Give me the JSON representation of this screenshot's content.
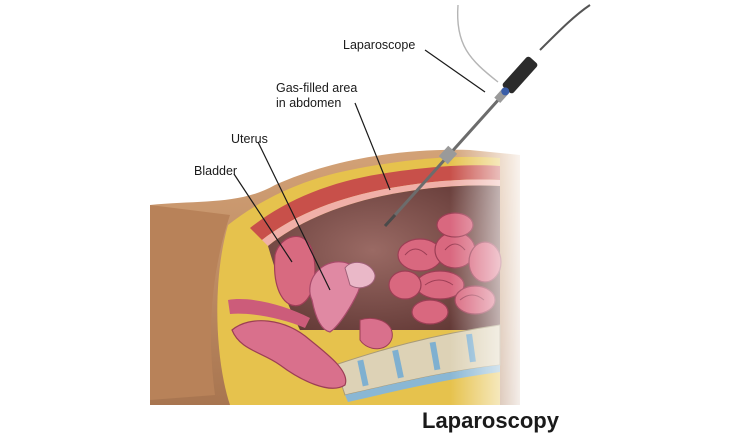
{
  "labels": {
    "laparoscope": "Laparoscope",
    "gas_area_line1": "Gas-filled area",
    "gas_area_line2": "in abdomen",
    "uterus": "Uterus",
    "bladder": "Bladder"
  },
  "title": "Laparoscopy",
  "colors": {
    "skin": "#c69467",
    "fat": "#e8c64a",
    "muscle": "#c8504a",
    "organ": "#d8708a",
    "cavity": "#7a4a46",
    "spine": "#d9cfb4",
    "instrument": "#6c6c6c"
  }
}
